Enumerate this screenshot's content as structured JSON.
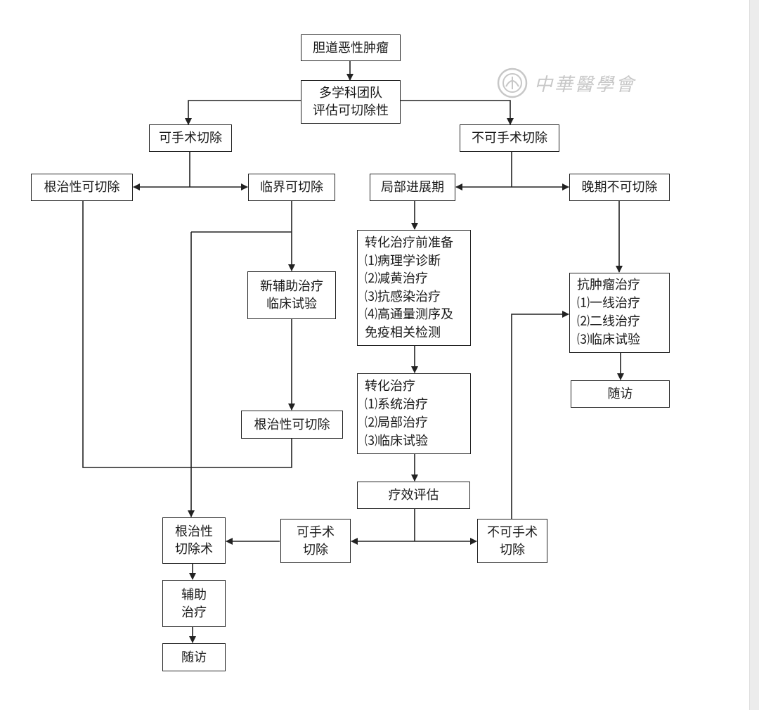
{
  "nodes": {
    "n1": [
      "胆道恶性肿瘤"
    ],
    "n2": [
      "多学科团队",
      "评估可切除性"
    ],
    "n3": [
      "可手术切除"
    ],
    "n4": [
      "不可手术切除"
    ],
    "n5": [
      "根治性可切除"
    ],
    "n6": [
      "临界可切除"
    ],
    "n7": [
      "局部进展期"
    ],
    "n8": [
      "晚期不可切除"
    ],
    "n9": [
      "新辅助治疗",
      "临床试验"
    ],
    "n10": [
      "根治性可切除"
    ],
    "n11": [
      "转化治疗前准备",
      "⑴病理学诊断",
      "⑵减黄治疗",
      "⑶抗感染治疗",
      "⑷高通量测序及",
      "免疫相关检测"
    ],
    "n12": [
      "转化治疗",
      "⑴系统治疗",
      "⑵局部治疗",
      "⑶临床试验"
    ],
    "n13": [
      "疗效评估"
    ],
    "n14": [
      "可手术",
      "切除"
    ],
    "n15": [
      "不可手术",
      "切除"
    ],
    "n16": [
      "根治性",
      "切除术"
    ],
    "n17": [
      "辅助",
      "治疗"
    ],
    "n18": [
      "随访"
    ],
    "n19": [
      "抗肿瘤治疗",
      "⑴一线治疗",
      "⑵二线治疗",
      "⑶临床试验"
    ],
    "n20": [
      "随访"
    ]
  },
  "watermark": {
    "text": "中華醫學會",
    "icon": "society-seal-icon"
  },
  "colors": {
    "line": "#222222",
    "box_border": "#222222",
    "background": "#ffffff"
  }
}
